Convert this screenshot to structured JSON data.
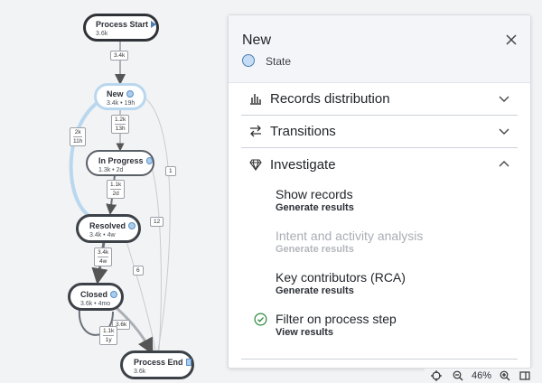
{
  "process_map": {
    "nodes": {
      "process_start": {
        "label": "Process Start",
        "stat": "3.6k"
      },
      "new": {
        "label": "New",
        "stat": "3.4k • 19h"
      },
      "in_progress": {
        "label": "In Progress",
        "stat": "1.3k • 2d"
      },
      "resolved": {
        "label": "Resolved",
        "stat": "3.4k • 4w"
      },
      "closed": {
        "label": "Closed",
        "stat": "3.6k • 4mo"
      },
      "process_end": {
        "label": "Process End",
        "stat": "3.6k"
      }
    },
    "edges": {
      "start_new": "3.4k",
      "new_inprog_count": "1.2k",
      "new_inprog_time": "13h",
      "new_resolved_count": "2k",
      "new_resolved_time": "11h",
      "new_end": "1",
      "inprog_resolved_count": "1.1k",
      "inprog_resolved_time": "2d",
      "inprog_end": "12",
      "resolved_closed_count": "3.4k",
      "resolved_closed_time": "4w",
      "resolved_end": "6",
      "closed_end": "3.6k",
      "closed_loop_count": "1.1k",
      "closed_loop_time": "1y"
    }
  },
  "panel": {
    "title": "New",
    "state_label": "State",
    "sections": {
      "records_distribution": "Records distribution",
      "transitions": "Transitions",
      "investigate": "Investigate"
    },
    "investigate_items": {
      "show_records": {
        "title": "Show records",
        "action": "Generate results"
      },
      "intent": {
        "title": "Intent and activity analysis",
        "action": "Generate results"
      },
      "key_contributors": {
        "title": "Key contributors (RCA)",
        "action": "Generate results"
      },
      "filter": {
        "title": "Filter on process step",
        "action": "View results"
      }
    }
  },
  "zoom": {
    "level": "46%"
  },
  "colors": {
    "accent": "#8ec1e8",
    "node_border": "#2f3338",
    "success": "#2e8a3c"
  }
}
